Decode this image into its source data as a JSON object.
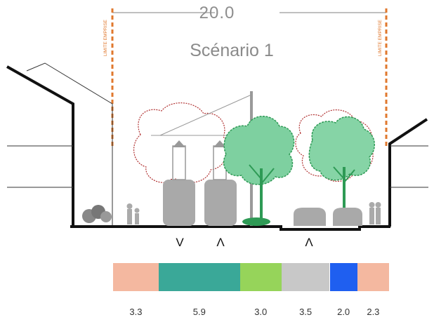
{
  "section": {
    "total_width": "20.0",
    "scenario": "Scénario 1",
    "limit_left": "LIMITE EMPRISE",
    "limit_right": "LIMITE EMPRISE"
  },
  "directions": [
    {
      "name": "down",
      "glyph": "V"
    },
    {
      "name": "up",
      "glyph": "Λ"
    },
    {
      "name": "up",
      "glyph": "Λ"
    }
  ],
  "bands": [
    {
      "width": "3.3",
      "color": "#f4b8a0"
    },
    {
      "width": "5.9",
      "color": "#3aa898"
    },
    {
      "width": "3.0",
      "color": "#96d45a"
    },
    {
      "width": "3.5",
      "color": "#c8c8c8"
    },
    {
      "width": "2.0",
      "color": "#1f5ff0"
    },
    {
      "width": "2.3",
      "color": "#f4b8a0"
    }
  ],
  "colors": {
    "limit_line": "#e0782e",
    "tree_outline": "#b03030",
    "tree_green": "#2e9a55",
    "vehicle": "#a9a9a9",
    "ground": "#111111"
  }
}
